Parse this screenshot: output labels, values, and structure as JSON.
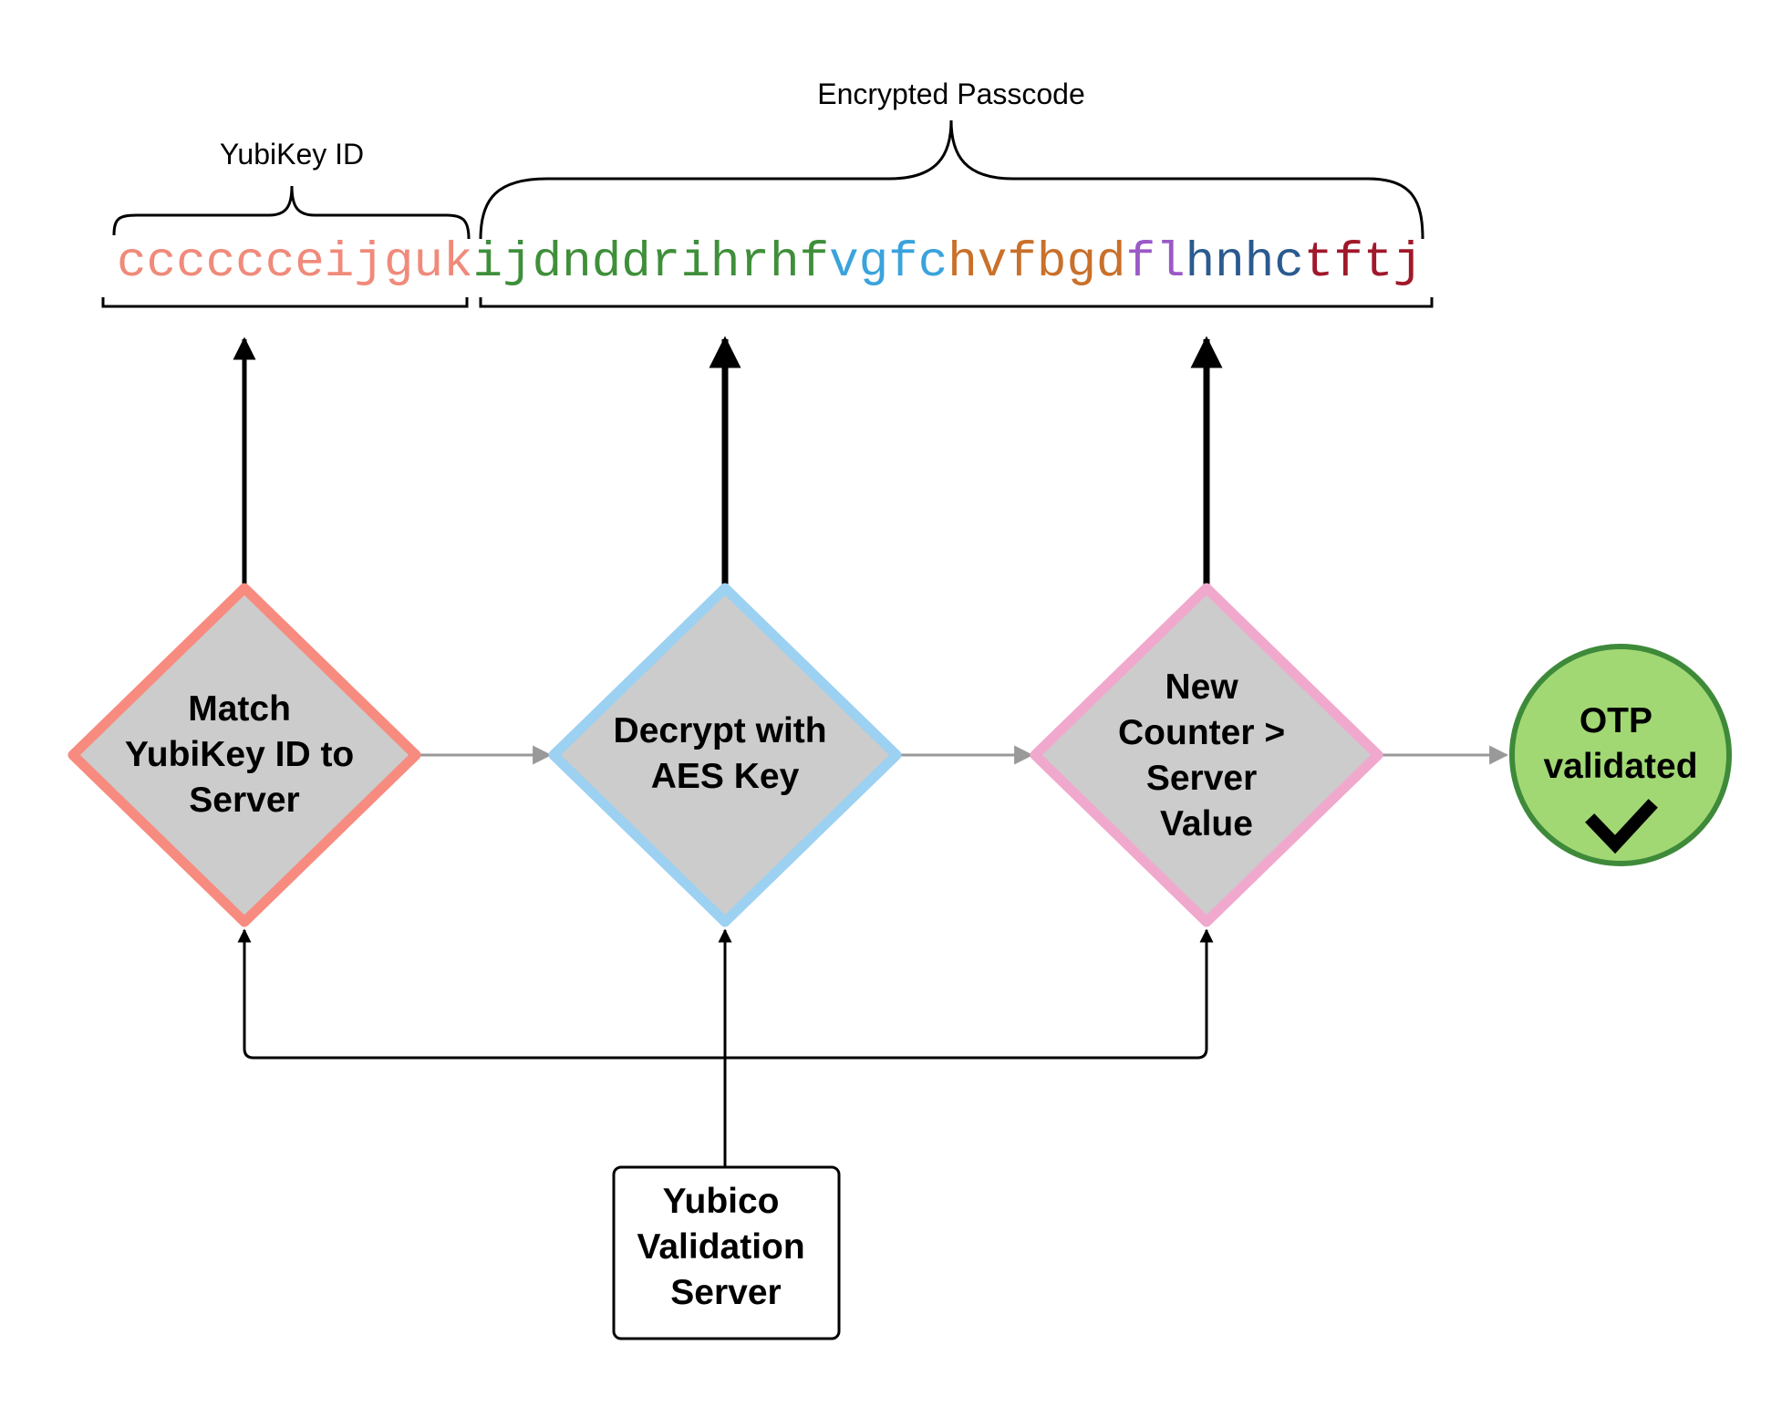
{
  "labels": {
    "yubikey_id": "YubiKey ID",
    "encrypted_passcode": "Encrypted Passcode"
  },
  "otp_segments": [
    {
      "text": "cccccceijguk",
      "color": "#f08a7a"
    },
    {
      "text": "ijdnddrihrhf",
      "color": "#3f8f3a"
    },
    {
      "text": "vgfc",
      "color": "#3aa3dc"
    },
    {
      "text": "hvfbgd",
      "color": "#c9702a"
    },
    {
      "text": "fl",
      "color": "#9b59c6"
    },
    {
      "text": "hnhc",
      "color": "#2a5a8f"
    },
    {
      "text": "tftj",
      "color": "#a0182a"
    }
  ],
  "nodes": {
    "match": {
      "lines": [
        "Match",
        "YubiKey ID to",
        "Server"
      ],
      "border_color": "#f78b7f"
    },
    "decrypt": {
      "lines": [
        "Decrypt with",
        "AES Key"
      ],
      "border_color": "#9cd1f2"
    },
    "counter": {
      "lines": [
        "New",
        "Counter >",
        "Server",
        "Value"
      ],
      "border_color": "#f1a8cd"
    },
    "validated": {
      "lines": [
        "OTP",
        "validated"
      ],
      "fill_color": "#a2d874",
      "border_color": "#3e8a3a"
    },
    "server": {
      "lines": [
        "Yubico",
        "Validation",
        "Server"
      ]
    }
  },
  "icons": {
    "check": "checkmark-icon"
  },
  "colors": {
    "diamond_fill": "#cccccc",
    "connector_gray": "#9a9a9a",
    "line_black": "#000000"
  }
}
